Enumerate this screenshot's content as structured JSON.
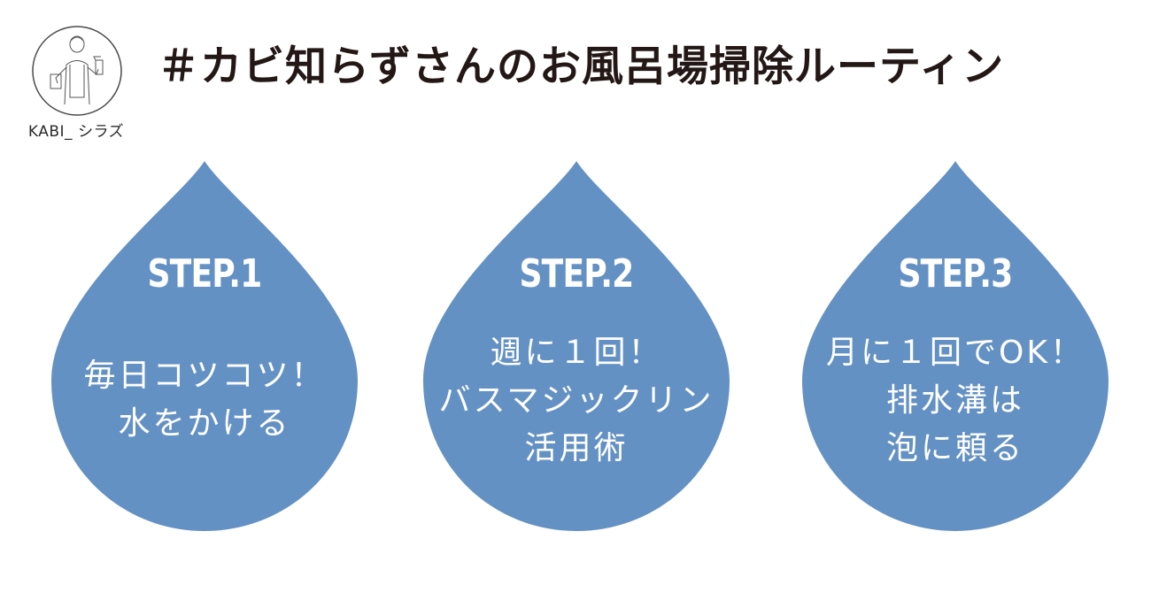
{
  "header": {
    "title": "＃カビ知らずさんのお風呂場掃除ルーティン",
    "account_name": "KABI_ シラズ",
    "avatar_icon": "woman-cleaning-illustration-icon"
  },
  "colors": {
    "drop_fill": "#6491c4",
    "title_text": "#231815",
    "drop_text": "#ffffff"
  },
  "steps": [
    {
      "label": "STEP.1",
      "lines": [
        "毎日コツコツ！",
        "水をかける"
      ]
    },
    {
      "label": "STEP.2",
      "lines": [
        "週に１回！",
        "バスマジックリン",
        "活用術"
      ]
    },
    {
      "label": "STEP.3",
      "lines": [
        "月に１回でOK！",
        "排水溝は",
        "泡に頼る"
      ]
    }
  ]
}
